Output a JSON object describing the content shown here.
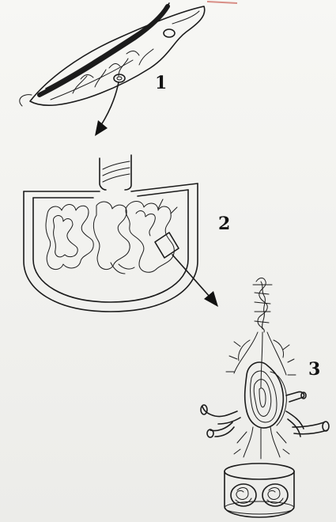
{
  "labels": {
    "step1": "1",
    "step2": "2",
    "step3": "3"
  },
  "colors": {
    "paper": "#f4f4f1",
    "ink": "#1b1b1b",
    "accent_top": "#c0392b"
  },
  "icons": {
    "arrow1": "arrow-down-icon",
    "arrow2": "arrow-down-right-icon"
  }
}
